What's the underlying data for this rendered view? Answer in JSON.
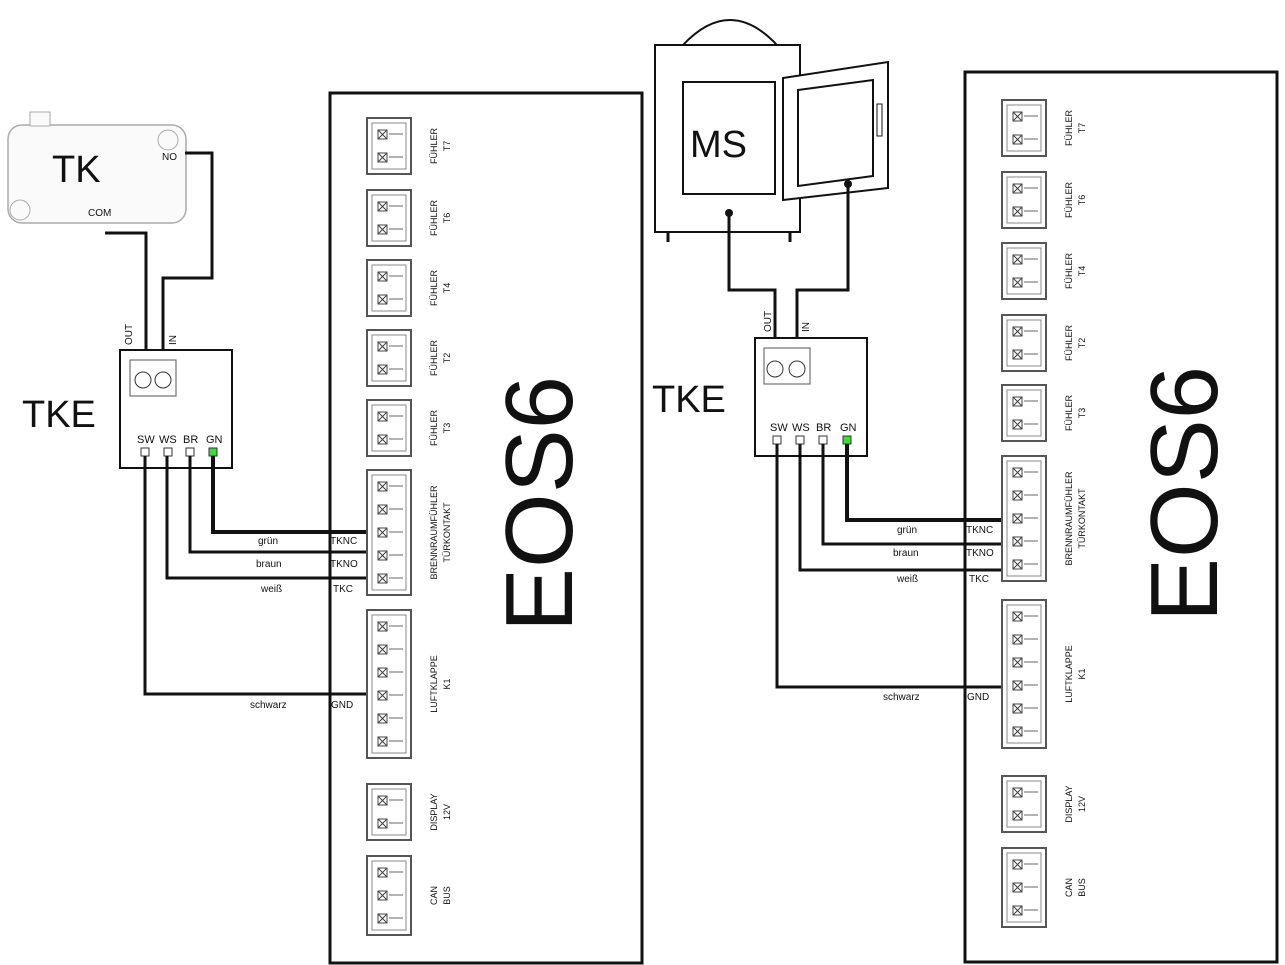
{
  "switch": {
    "label": "TK",
    "no": "NO",
    "com": "COM"
  },
  "stove": {
    "label": "MS"
  },
  "tke": {
    "label": "TKE",
    "out": "OUT",
    "in": "IN",
    "terminals": [
      "SW",
      "WS",
      "BR",
      "GN"
    ]
  },
  "controller": {
    "label": "EOS6",
    "connectors": [
      {
        "name": "FÜHLER",
        "sub": "T7"
      },
      {
        "name": "FÜHLER",
        "sub": "T6"
      },
      {
        "name": "FÜHLER",
        "sub": "T4"
      },
      {
        "name": "FÜHLER",
        "sub": "T2"
      },
      {
        "name": "FÜHLER",
        "sub": "T3"
      },
      {
        "name": "BRENNRAUMFÜHLER",
        "sub": "TÜRKONTAKT"
      },
      {
        "name": "LUFTKLAPPE",
        "sub": "K1"
      },
      {
        "name": "DISPLAY",
        "sub": "12V"
      },
      {
        "name": "CAN",
        "sub": "BUS"
      }
    ]
  },
  "wires": [
    {
      "color_name": "grün",
      "pin": "TKNC",
      "hex": "#3ddc3d"
    },
    {
      "color_name": "braun",
      "pin": "TKNO",
      "hex": "#7a1010"
    },
    {
      "color_name": "weiß",
      "pin": "TKC",
      "hex": "#8c8c8c"
    },
    {
      "color_name": "schwarz",
      "pin": "GND",
      "hex": "#111111"
    }
  ]
}
